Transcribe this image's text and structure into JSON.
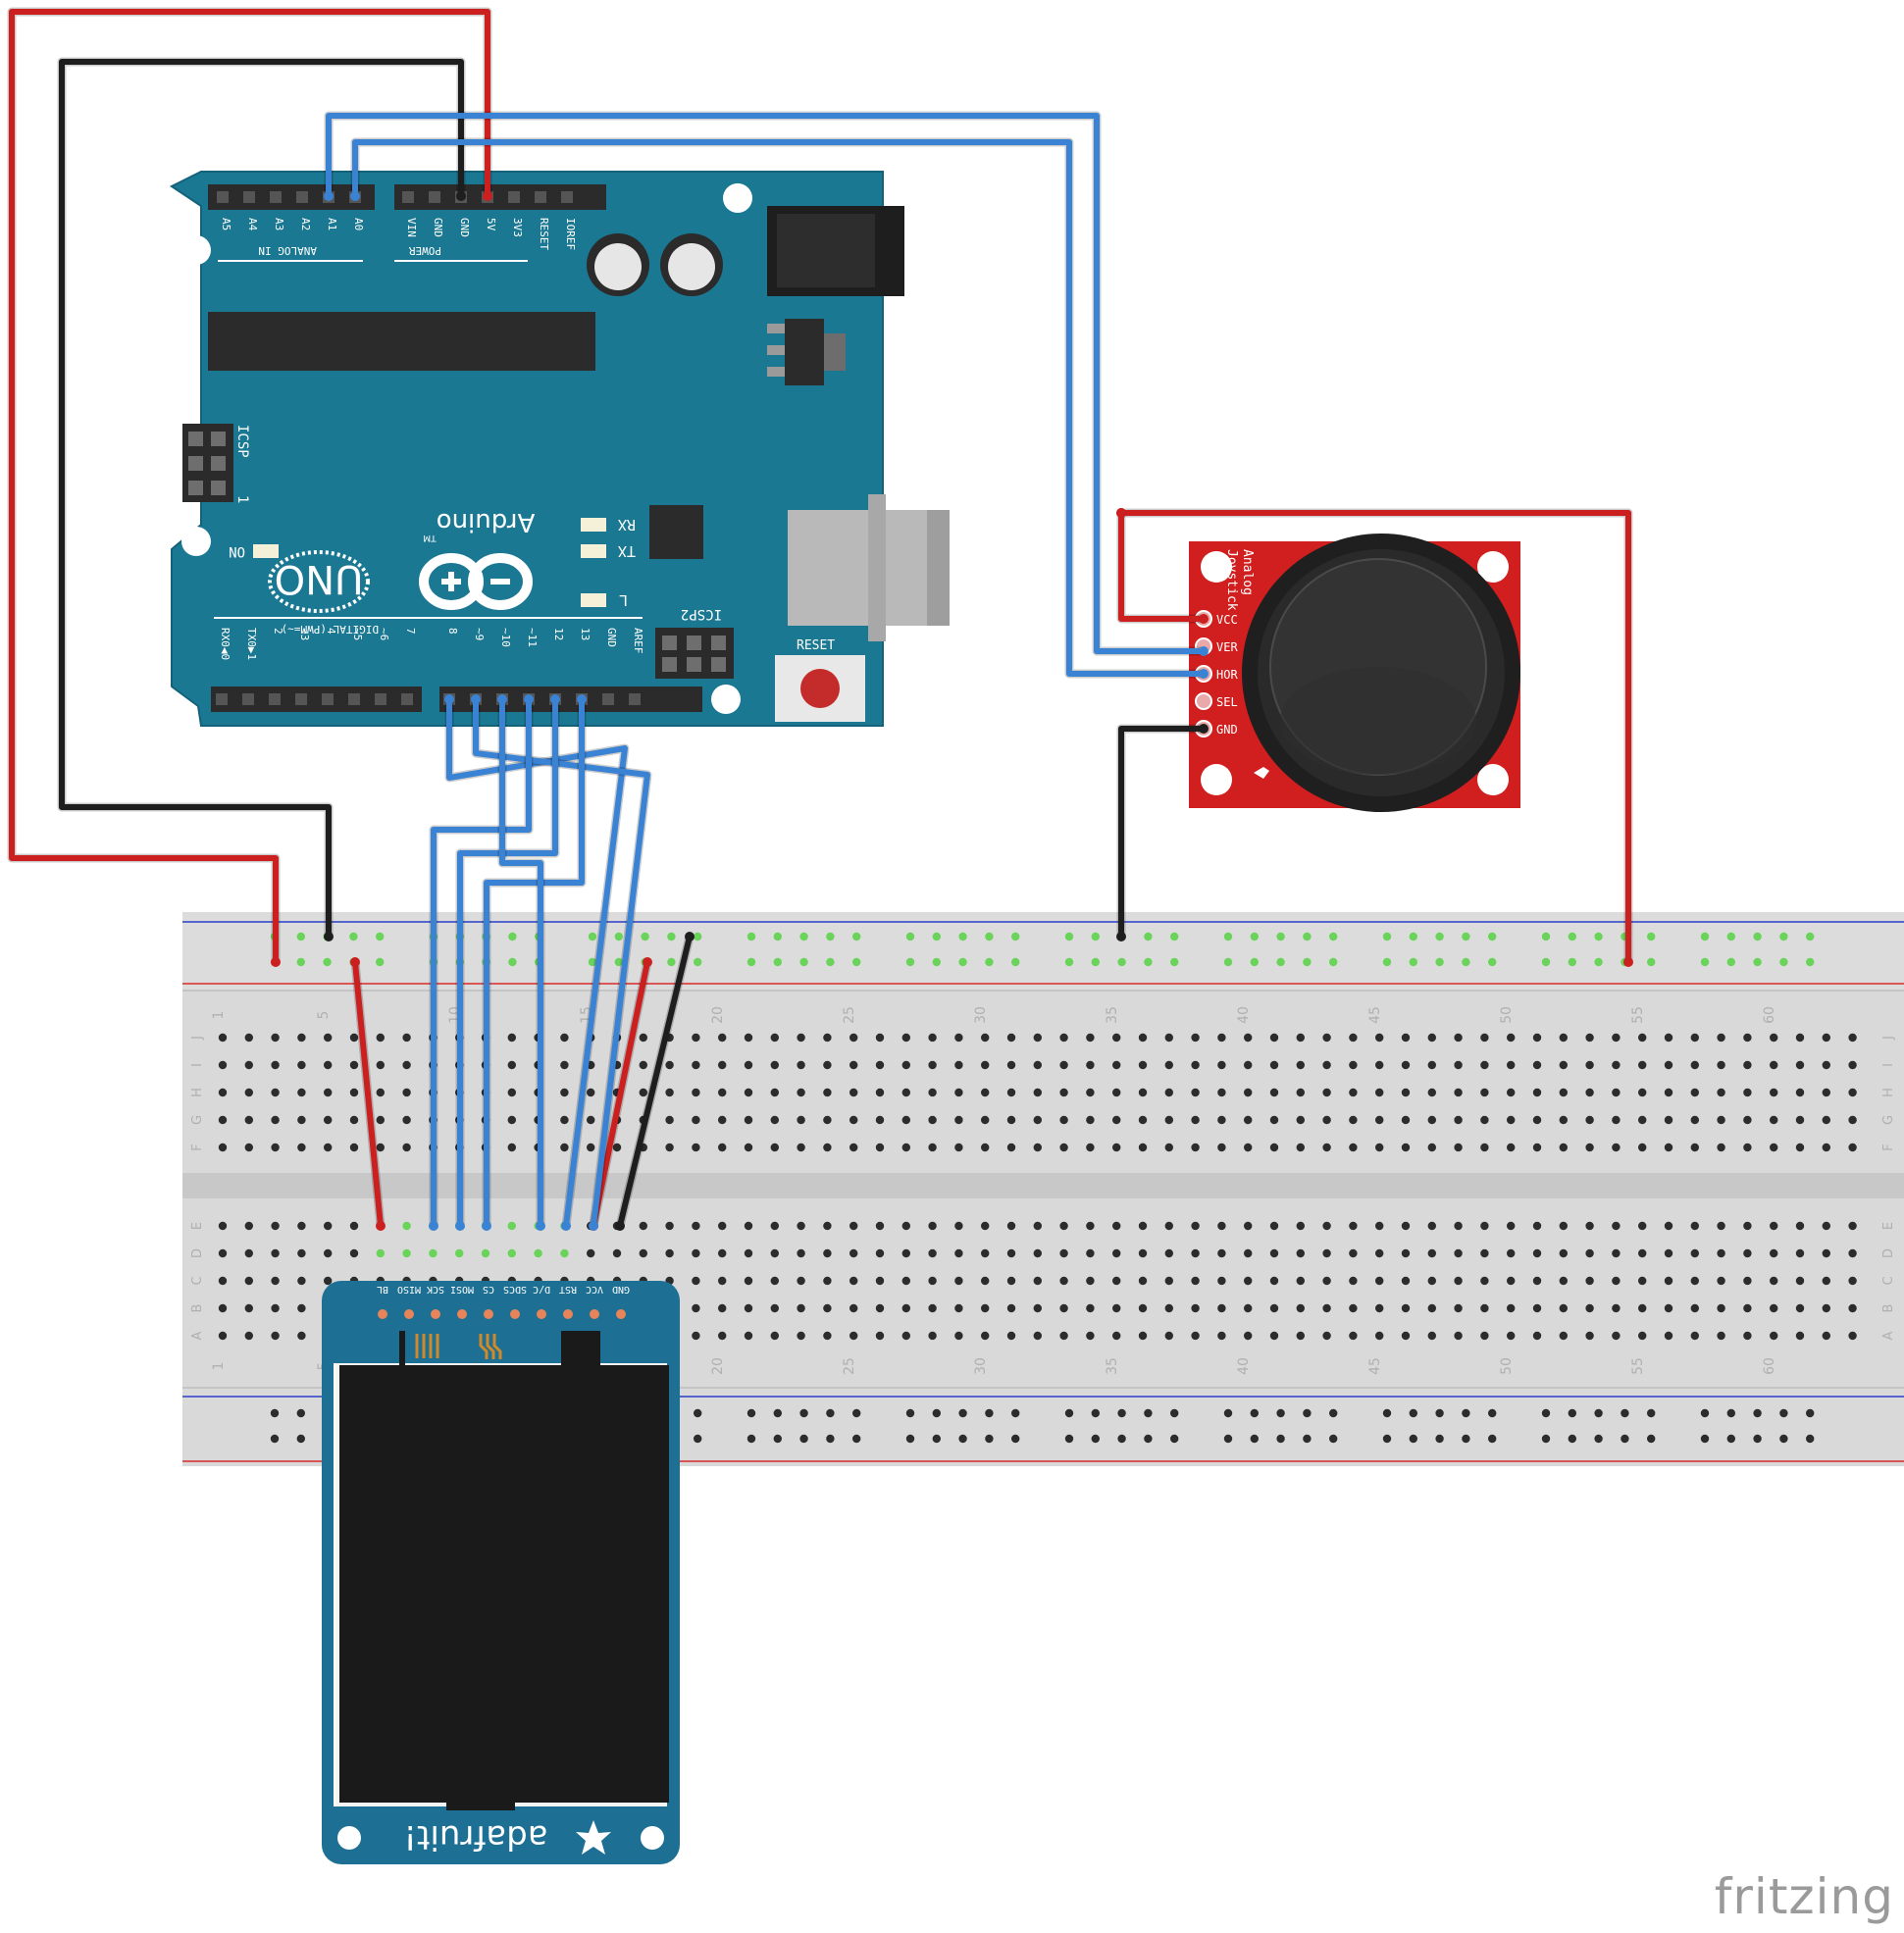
{
  "arduino": {
    "analog_pins": [
      "A5",
      "A4",
      "A3",
      "A2",
      "A1",
      "A0"
    ],
    "analog_caption": "ANALOG IN",
    "power_pins": [
      "VIN",
      "GND",
      "GND",
      "5V",
      "3V3",
      "RESET",
      "IOREF"
    ],
    "power_caption": "POWER",
    "brand": "Arduino",
    "tm": "TM",
    "model": "UNO",
    "icsp": "ICSP",
    "icsp_one": "1",
    "icsp2": "ICSP2",
    "on_label": "ON",
    "rx": "RX",
    "tx": "TX",
    "l_label": "L",
    "reset_label": "RESET",
    "digital_caption": "DIGITAL (PWM=~)",
    "digital_pins": [
      "RX0◀0",
      "TX0▶1",
      "2",
      "~3",
      "4",
      "~5",
      "~6",
      "7",
      "8",
      "~9",
      "~10",
      "~11",
      "12",
      "13",
      "GND",
      "AREF"
    ]
  },
  "joystick": {
    "title_1": "Analog",
    "title_2": "Joystick",
    "pins": [
      "VCC",
      "VER",
      "HOR",
      "SEL",
      "GND"
    ]
  },
  "display": {
    "pins": [
      "GND",
      "VCC",
      "RST",
      "D/C",
      "SDCS",
      "CS",
      "MOSI",
      "SCK",
      "MISO",
      "BL"
    ],
    "brand": "adafruit!"
  },
  "breadboard": {
    "column_numbers": [
      "1",
      "5",
      "10",
      "15",
      "20",
      "25",
      "30",
      "35",
      "40",
      "45",
      "50",
      "55",
      "60"
    ],
    "rows_top": [
      "J",
      "I",
      "H",
      "G",
      "F"
    ],
    "rows_bottom": [
      "E",
      "D",
      "C",
      "B",
      "A"
    ]
  },
  "colors": {
    "arduino": "#1b7892",
    "wire_red": "#cc1f1f",
    "wire_black": "#1e1e1e",
    "wire_blue": "#3a83d4",
    "joystick_pcb": "#d11f1f",
    "display_pcb": "#1d6f94",
    "breadboard": "#d9d9d9"
  },
  "watermark": "fritzing"
}
